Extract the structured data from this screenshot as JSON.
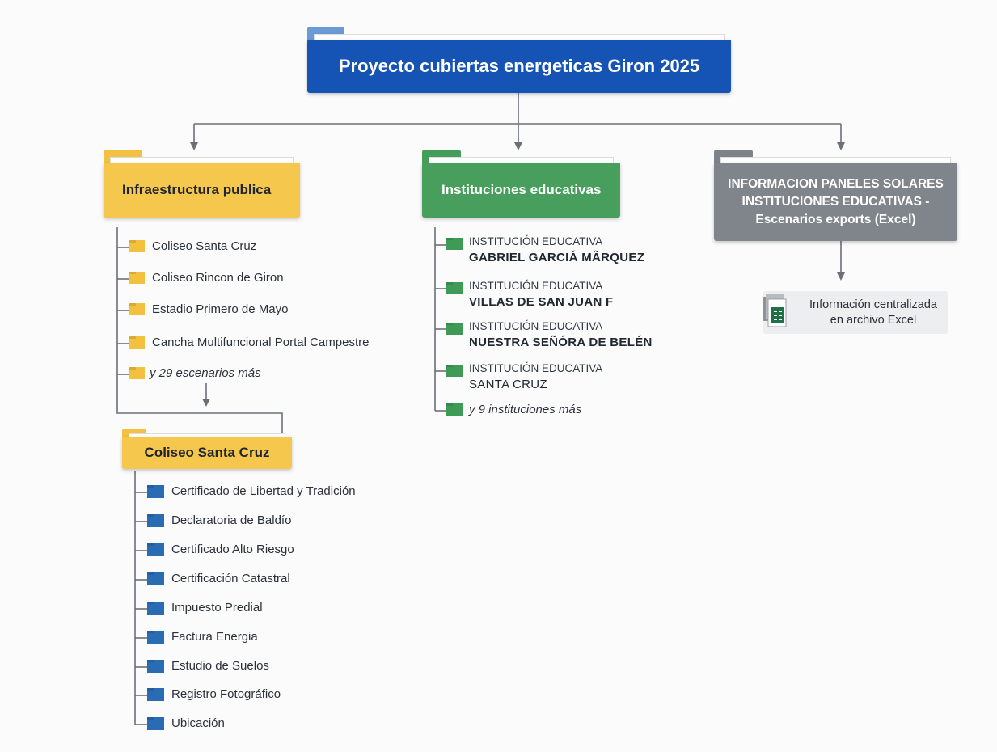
{
  "root": {
    "title": "Proyecto cubiertas energeticas Giron 2025"
  },
  "branches": {
    "infraestructura": {
      "title": "Infraestructura publica",
      "items": [
        "Coliseo Santa Cruz",
        "Coliseo Rincon de Giron",
        "Estadio Primero de Mayo",
        "Cancha Multifuncional Portal Campestre"
      ],
      "more": "y 29 escenarios más"
    },
    "instituciones": {
      "title": "Instituciones educativas",
      "items": [
        {
          "line1": "INSTITUCIÓN EDUCATIVA",
          "line2": "GABRIEL GARCIÁ MÃRQUEZ"
        },
        {
          "line1": "INSTITUCIÓN EDUCATIVA",
          "line2": "VILLAS DE SAN JUAN F"
        },
        {
          "line1": "INSTITUCIÓN EDUCATIVA",
          "line2": "NUESTRA SEÑÓRA DE BELÉN"
        },
        {
          "line1": "INSTITUCIÓN EDUCATIVA",
          "line2": "SANTA CRUZ"
        }
      ],
      "more": "y 9 instituciones más"
    },
    "informacion": {
      "title_lines": [
        "INFORMACION PANELES SOLARES",
        "INSTITUCIONES EDUCATIVAS -",
        "Escenarios exports (Excel)"
      ],
      "card_lines": [
        "Información centralizada",
        "en archivo Excel"
      ]
    }
  },
  "coliseo": {
    "title": "Coliseo Santa Cruz",
    "items": [
      "Certificado de Libertad y Tradición",
      "Declaratoria de Baldío",
      "Certificado Alto Riesgo",
      "Certificación Catastral",
      "Impuesto Predial",
      "Factura Energia",
      "Estudio de Suelos",
      "Registro Fotográfico",
      "Ubicación"
    ]
  },
  "colors": {
    "root": "#1553b4",
    "infra": "#f5c84d",
    "edu": "#489f5d",
    "info": "#7f858a",
    "doc_folder": "#2a6cb3",
    "connector": "#6b7078",
    "excel": "#1e7145"
  },
  "icons": {
    "folder": "folder-icon",
    "excel": "excel-file-icon"
  }
}
